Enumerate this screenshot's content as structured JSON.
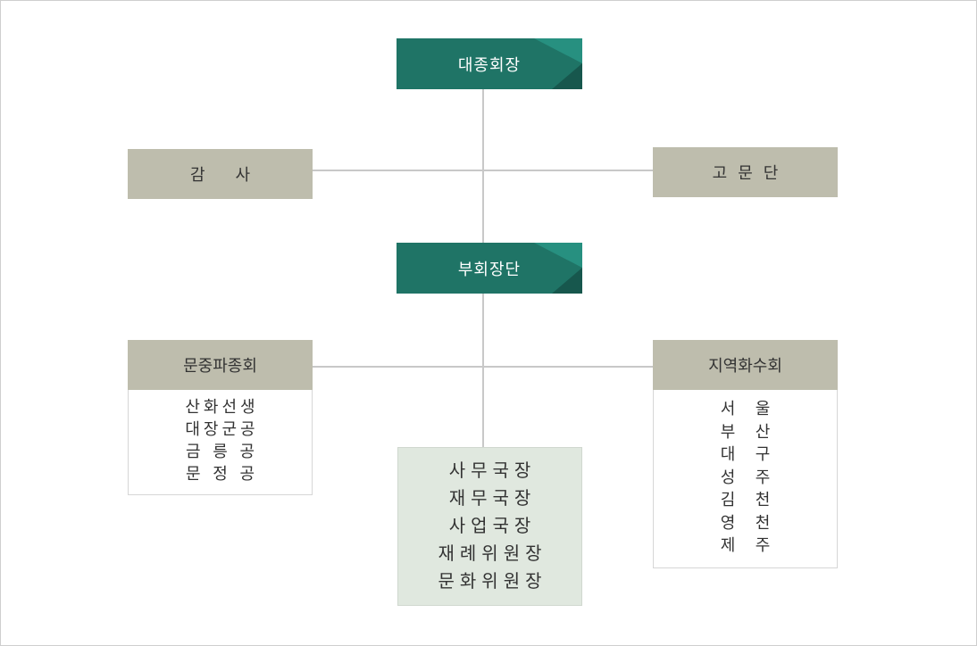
{
  "nodes": {
    "chairman": "대종회장",
    "vice_chairs": "부회장단",
    "audit": "감사",
    "advisors": "고문단",
    "clan_branches": "문중파종회",
    "regional_branches": "지역화수회"
  },
  "clan_branch_items": [
    "산화선생",
    "대장군공",
    "금 릉 공",
    "문 정 공"
  ],
  "regional_items": [
    [
      "서",
      "울"
    ],
    [
      "부",
      "산"
    ],
    [
      "대",
      "구"
    ],
    [
      "성",
      "주"
    ],
    [
      "김",
      "천"
    ],
    [
      "영",
      "천"
    ],
    [
      "제",
      "주"
    ]
  ],
  "office_items": [
    "사무국장",
    "재무국장",
    "사업국장",
    "재례위원장",
    "문화위원장"
  ],
  "colors": {
    "primary_box": "#1f7466",
    "secondary_box": "#bebdad",
    "office_box": "#e0e8df",
    "connector": "#c8c8c8"
  }
}
